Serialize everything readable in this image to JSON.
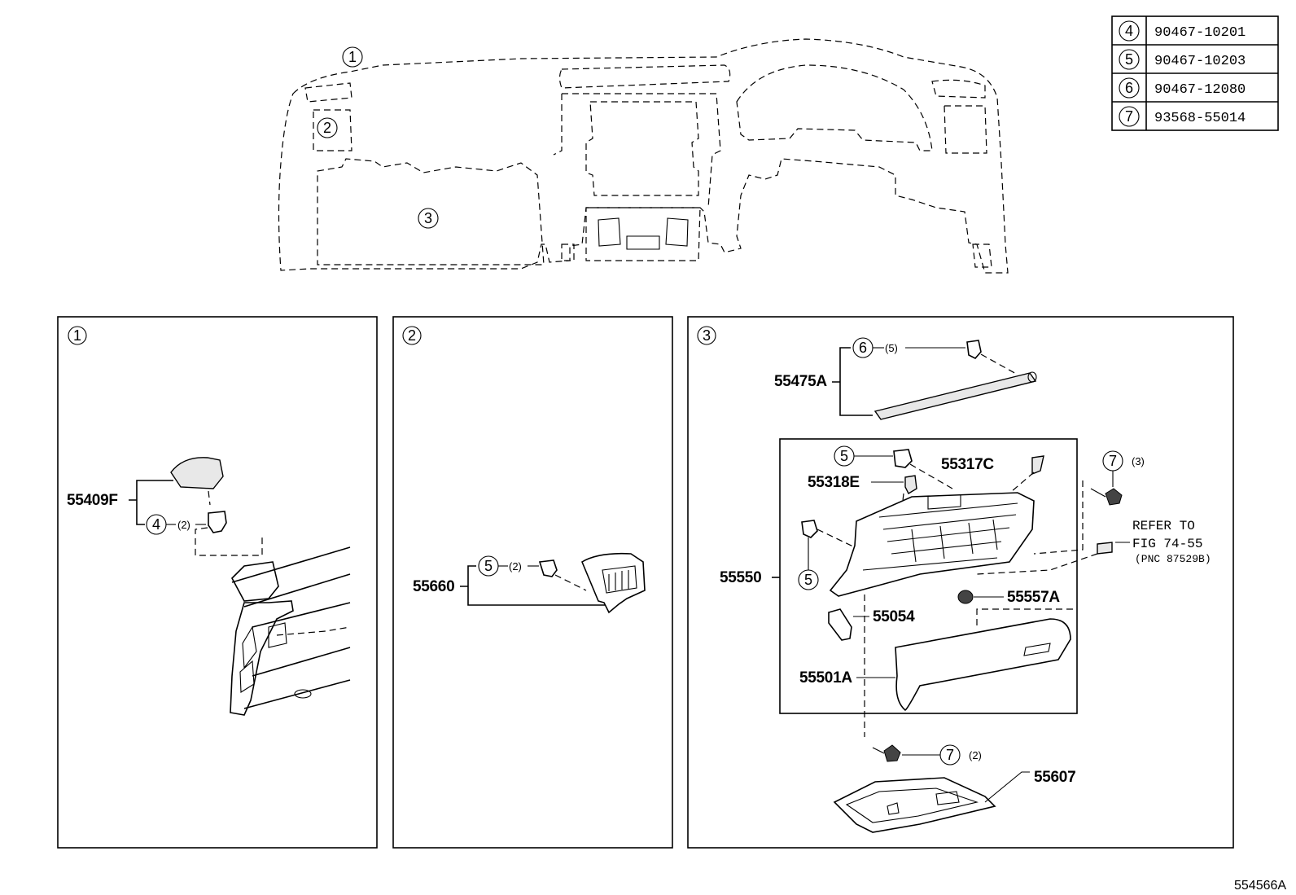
{
  "ref_table": [
    {
      "num": "4",
      "part": "90467-10201"
    },
    {
      "num": "5",
      "part": "90467-10203"
    },
    {
      "num": "6",
      "part": "90467-12080"
    },
    {
      "num": "7",
      "part": "93568-55014"
    }
  ],
  "overview": {
    "callout_1": "1",
    "callout_2": "2",
    "callout_3": "3"
  },
  "panel_1": {
    "index": "1",
    "part_55409F": "55409F",
    "ref_num": "4",
    "qty": "(2)"
  },
  "panel_2": {
    "index": "2",
    "part_55660": "55660",
    "ref_num": "5",
    "qty": "(2)"
  },
  "panel_3": {
    "index": "3",
    "part_55475A": "55475A",
    "ref6_num": "6",
    "ref6_qty": "(5)",
    "ref5a_num": "5",
    "part_55317C": "55317C",
    "part_55318E": "55318E",
    "ref7a_num": "7",
    "ref7a_qty": "(3)",
    "refer_line1": "REFER TO",
    "refer_line2": "FIG 74-55",
    "refer_line3": "(PNC 87529B)",
    "part_55550": "55550",
    "ref5b_num": "5",
    "part_55557A": "55557A",
    "part_55054": "55054",
    "part_55501A": "55501A",
    "ref7b_num": "7",
    "ref7b_qty": "(2)",
    "part_55607": "55607"
  },
  "figure_id": "554566A"
}
